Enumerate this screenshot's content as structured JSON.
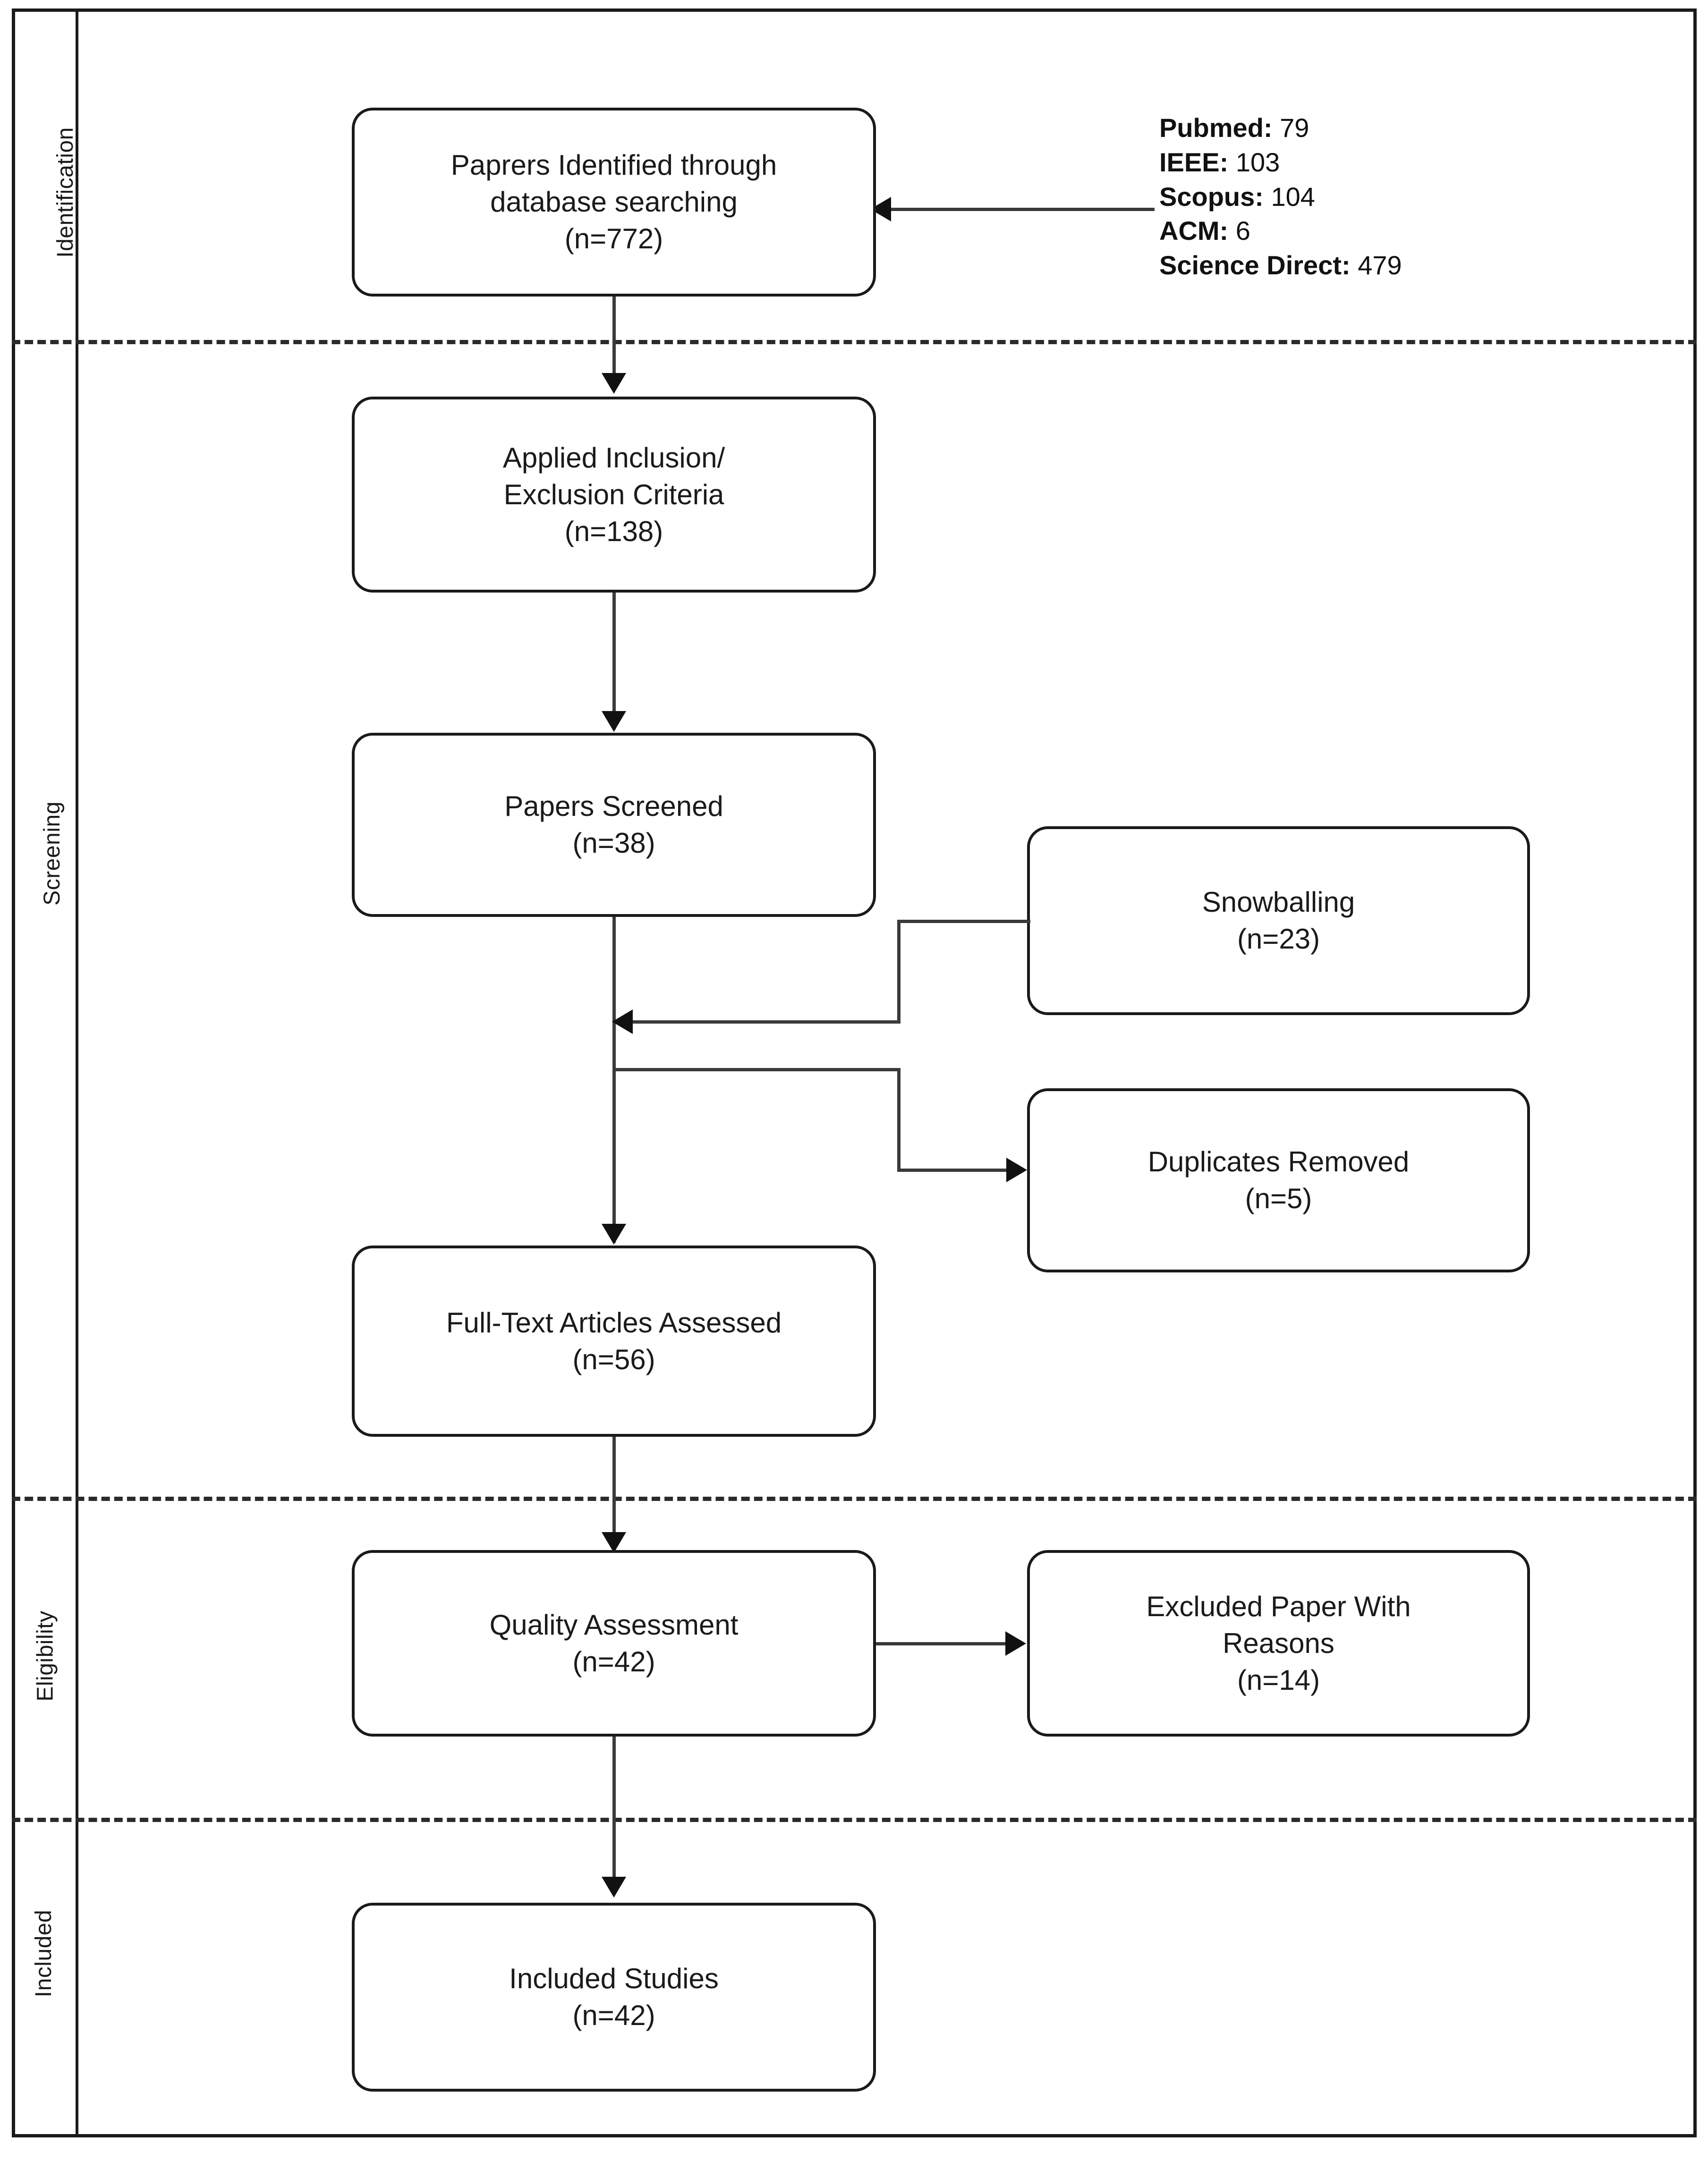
{
  "diagram": {
    "type": "prisma-flow-diagram",
    "stages": [
      {
        "id": "identification",
        "label": "Identification"
      },
      {
        "id": "screening",
        "label": "Screening"
      },
      {
        "id": "eligibility",
        "label": "Eligibility"
      },
      {
        "id": "included",
        "label": "Included"
      }
    ],
    "sources": {
      "items": [
        {
          "name": "Pubmed:",
          "count": "79"
        },
        {
          "name": "IEEE:",
          "count": "103"
        },
        {
          "name": "Scopus:",
          "count": "104"
        },
        {
          "name": "ACM:",
          "count": "6"
        },
        {
          "name": "Science Direct:",
          "count": "479"
        }
      ]
    },
    "nodes": {
      "identified": {
        "line1": "Paprers Identified through",
        "line2": "database searching",
        "count": "(n=772)"
      },
      "criteria": {
        "line1": "Applied Inclusion/",
        "line2": "Exclusion Criteria",
        "count": "(n=138)"
      },
      "screened": {
        "line1": "Papers Screened",
        "count": "(n=38)"
      },
      "snowballing": {
        "line1": "Snowballing",
        "count": "(n=23)"
      },
      "duplicates": {
        "line1": "Duplicates Removed",
        "count": "(n=5)"
      },
      "fulltext": {
        "line1": "Full-Text Articles Assessed",
        "count": "(n=56)"
      },
      "quality": {
        "line1": "Quality Assessment",
        "count": "(n=42)"
      },
      "excluded": {
        "line1": "Excluded Paper With",
        "line2": "Reasons",
        "count": "(n=14)"
      },
      "includedstudies": {
        "line1": "Included Studies",
        "count": "(n=42)"
      }
    },
    "colors": {
      "stroke": "#1a1a1a",
      "connector": "#3a3a3a",
      "background": "#ffffff"
    }
  }
}
